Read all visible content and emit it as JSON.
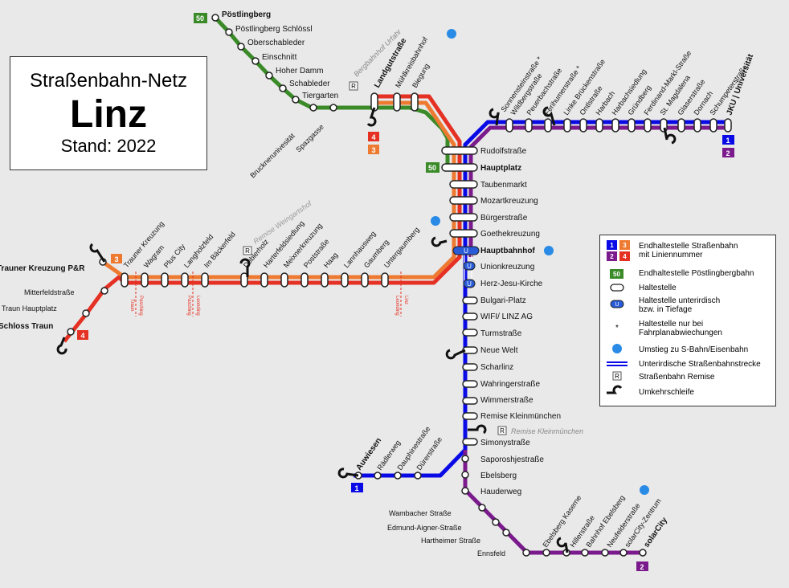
{
  "title": {
    "line1": "Straßenbahn-Netz",
    "line2": "Linz",
    "line3": "Stand: 2022"
  },
  "lines": [
    {
      "number": "1",
      "color": "#0a0ae6"
    },
    {
      "number": "2",
      "color": "#7a1a8c"
    },
    {
      "number": "3",
      "color": "#ee7a32"
    },
    {
      "number": "4",
      "color": "#e53124"
    },
    {
      "number": "50",
      "color": "#3a8a28"
    }
  ],
  "badges": {
    "b1": "1",
    "b2": "2",
    "b3": "3",
    "b4": "4",
    "b50": "50"
  },
  "stations": {
    "poestlingberg": "Pöstlingberg",
    "poestlingberg_schloessl": "Pöstlingberg Schlössl",
    "oberschableder": "Oberschableder",
    "einschnitt": "Einschnitt",
    "hoher_damm": "Hoher Damm",
    "schableder": "Schableder",
    "tiergarten": "Tiergarten",
    "brucknerunivers": "Brucknerunivesität",
    "spazgasse": "Spazgasse",
    "bergbahnhof": "Bergbahnhof Urfahr",
    "landgutstrasse": "Landgutstraße",
    "muehlkreisbahnhof": "Mühlkreisbahnhof",
    "biegung": "Biegung",
    "rudolfstrasse": "Rudolfstraße",
    "hauptplatz": "Hauptplatz",
    "taubenmarkt": "Taubenmarkt",
    "mozartkreuzung": "Mozartkreuzung",
    "buergerstrasse": "Bürgerstraße",
    "goethekreuzung": "Goethekreuzung",
    "hauptbahnhof": "Hauptbahnhof",
    "unionkreuzung": "Unionkreuzung",
    "herz_jesu": "Herz-Jesu-Kirche",
    "bulgari": "Bulgari-Platz",
    "wifi": "WIFI/ LINZ AG",
    "turmstrasse": "Turmstraße",
    "neue_welt": "Neue Welt",
    "scharlinz": "Scharlinz",
    "wahringer": "Wahringerstraße",
    "wimmer": "Wimmerstraße",
    "remise_km": "Remise Kleinmünchen",
    "remise_km_depot": "Remise Kleinmünchen",
    "simony": "Simonystraße",
    "saporosh": "Saporoshjestraße",
    "ebelsberg": "Ebelsberg",
    "hauderweg": "Hauderweg",
    "wambacher": "Wambacher Straße",
    "edmund": "Edmund-Aigner-Straße",
    "hartheimer": "Hartheimer Straße",
    "ennsfeld": "Ennsfeld",
    "ebelsberg_kaserne": "Ebelsberg Kaserne",
    "hillerstrasse": "Hillerstraße",
    "bahnhof_ebelsberg": "Bahnhof Ebelsberg",
    "neufelder": "Neufelderstraße",
    "solarcity_zentrum": "solarCity-Zentrum",
    "solarcity": "solarCity",
    "auwiesen": "Auwiesen",
    "radlerweg": "Rädlerweg",
    "dauphine": "Dauphinestraße",
    "duerer": "Dürerstraße",
    "sonnenstein": "Sonnensteinstraße *",
    "wildberg": "Wildbergstraße",
    "peuerbach": "Peuerbachstraße",
    "ferihumer": "Ferihumerstraße *",
    "linke_bruecken": "Linke Brückenstraße",
    "ontlstrasse": "Ontlstraße",
    "harbach": "Harbach",
    "harbachsiedlung": "Harbachsiedlung",
    "gruendberg": "Gründberg",
    "ferdinand_markl": "Ferdinand-Markl-Straße",
    "st_magdalena": "St. Magdalena",
    "glaserstrasse": "Glaserstraße",
    "dornach": "Dornach",
    "schumpeter": "Schumpeterstraße",
    "jku": "JKU | Universität",
    "trauner_kreuzung_pr": "Trauner Kreuzung P&R",
    "mitterfeld": "Mitterfeldstraße",
    "traun_hauptplatz": "Traun Hauptplatz",
    "schloss_traun": "Schloss Traun",
    "trauner_kreuzung": "Trauner Kreuzung",
    "wagram": "Wagram",
    "plus_city": "Plus City",
    "langholzfeld": "Langholzfeld",
    "im_baeckerfeld": "Im Bäckerfeld",
    "remise_weingartshof": "Remise Weingartshof",
    "doblerholz": "Doblerholz",
    "harterfeldsiedlung": "Harterfeldsiedlung",
    "meixnerkreuzung": "Meixnerkreuzung",
    "poststrasse": "Poststraße",
    "haag": "Haag",
    "lannhausweg": "Lannhausweg",
    "gaumberg": "Gaumberg",
    "untergaumberg": "Untergaumberg"
  },
  "boundaries": {
    "traun": "Traun",
    "leonding": "Leonding",
    "pasching": "Pasching",
    "linz": "Linz"
  },
  "legend": {
    "terminus_tram": "Endhaltestelle Straßenbahn",
    "with_line_number": "mit Liniennummer",
    "terminus_poestlingbergbahn": "Endhaltestelle Pöstlingbergbahn",
    "stop": "Haltestelle",
    "stop_underground_1": "Haltestelle unterirdisch",
    "stop_underground_2": "bzw. in Tiefage",
    "deviation_1": "Haltestelle nur bei",
    "deviation_2": "Fahrplanabwiechungen",
    "sbahn": "Umstieg zu S-Bahn/Eisenbahn",
    "tunnel": "Unterirdische Straßenbahnstrecke",
    "depot": "Straßenbahn Remise",
    "loop": "Umkehrschleife",
    "u_label": "U",
    "r_label": "R",
    "asterisk": "*"
  }
}
